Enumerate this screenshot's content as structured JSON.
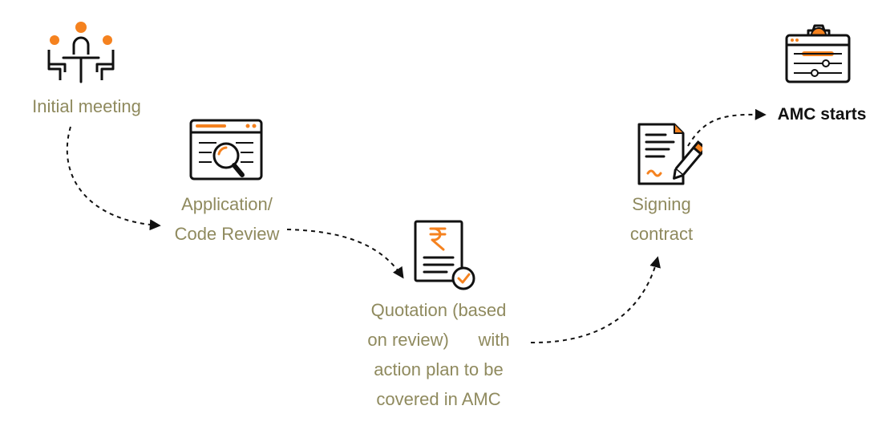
{
  "colors": {
    "accent": "#f5821f",
    "stroke": "#111111",
    "label": "#8f8a5e",
    "final_label": "#111111"
  },
  "steps": [
    {
      "id": "initial-meeting",
      "icon": "meeting-icon",
      "lines": [
        "Initial meeting"
      ]
    },
    {
      "id": "code-review",
      "icon": "code-review-icon",
      "lines": [
        "Application/",
        "Code Review"
      ]
    },
    {
      "id": "quotation",
      "icon": "quotation-icon",
      "lines": [
        "Quotation (based",
        "on review)      with",
        "action plan to be",
        "covered in AMC"
      ]
    },
    {
      "id": "signing-contract",
      "icon": "contract-icon",
      "lines": [
        "Signing",
        "contract"
      ]
    },
    {
      "id": "amc-starts",
      "icon": "amc-settings-icon",
      "lines": [
        "AMC starts"
      ]
    }
  ]
}
